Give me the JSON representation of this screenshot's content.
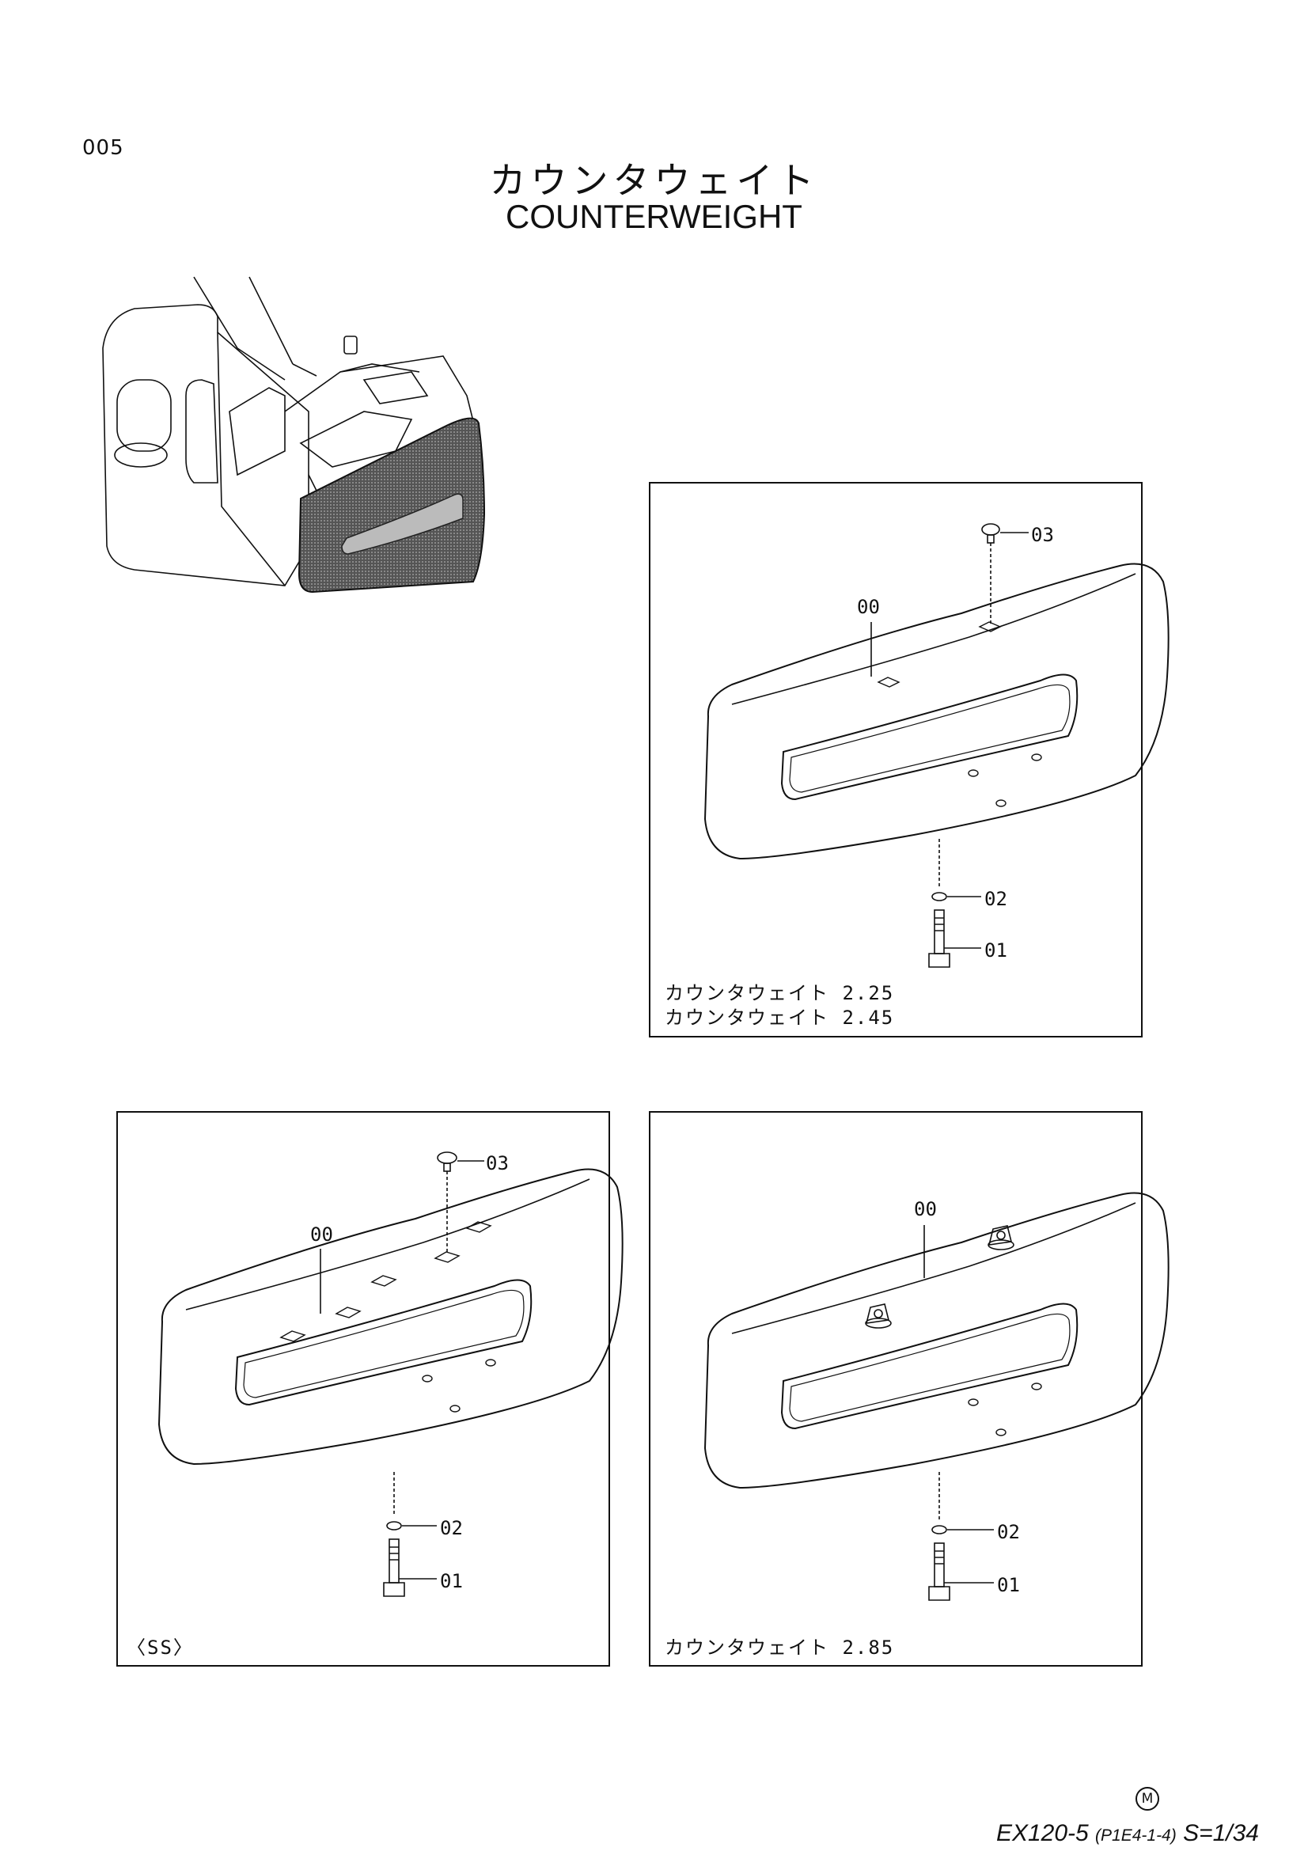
{
  "page_number": "005",
  "title_jp": "カウンタウェイト",
  "title_en": "COUNTERWEIGHT",
  "panels": [
    {
      "id": "panel-a",
      "callouts": {
        "body": "00",
        "bolt": "01",
        "washer": "02",
        "cap": "03"
      },
      "caption_lines": [
        "カウンタウェイト 2.25",
        "カウンタウェイト 2.45"
      ]
    },
    {
      "id": "panel-b",
      "callouts": {
        "body": "00",
        "bolt": "01",
        "washer": "02",
        "cap": "03"
      },
      "caption_lines": [
        "〈SS〉"
      ]
    },
    {
      "id": "panel-c",
      "callouts": {
        "body": "00",
        "bolt": "01",
        "washer": "02"
      },
      "caption_lines": [
        "カウンタウェイト 2.85"
      ]
    }
  ],
  "footer": {
    "mark": "M",
    "model": "EX120-5",
    "code": "(P1E4-1-4)",
    "scale": "S=1/34"
  }
}
